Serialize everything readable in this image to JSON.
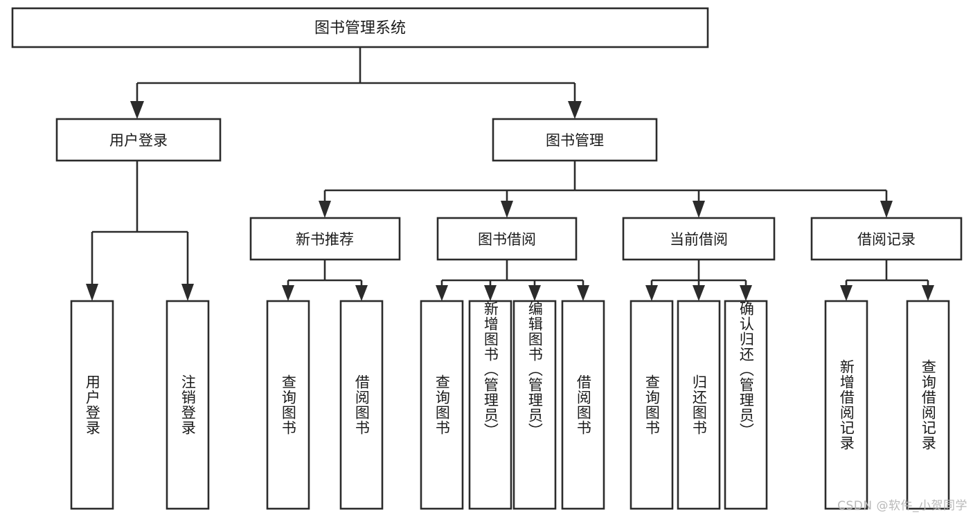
{
  "diagram": {
    "type": "tree-hierarchy-chart",
    "orientation": "top-down",
    "background_color": "#ffffff",
    "line_color": "#2b2b2b",
    "text_color": "#1a1a1a",
    "root": {
      "label": "图书管理系统"
    },
    "level2": [
      {
        "label": "用户登录"
      },
      {
        "label": "图书管理"
      }
    ],
    "level3": [
      {
        "label": "新书推荐"
      },
      {
        "label": "图书借阅"
      },
      {
        "label": "当前借阅"
      },
      {
        "label": "借阅记录"
      }
    ],
    "leaves": {
      "user_login": [
        {
          "label": "用户登录"
        },
        {
          "label": "注销登录"
        }
      ],
      "new_book_recommend": [
        {
          "label": "查询图书"
        },
        {
          "label": "借阅图书"
        }
      ],
      "book_borrow": [
        {
          "label": "查询图书"
        },
        {
          "label": "新增图书（管理员）"
        },
        {
          "label": "编辑图书（管理员）"
        },
        {
          "label": "借阅图书"
        }
      ],
      "current_borrow": [
        {
          "label": "查询图书"
        },
        {
          "label": "归还图书"
        },
        {
          "label": "确认归还（管理员）"
        }
      ],
      "borrow_record": [
        {
          "label": "新增借阅记录"
        },
        {
          "label": "查询借阅记录"
        }
      ]
    }
  },
  "watermark": {
    "text": "CSDN @软件_小贺同学"
  }
}
